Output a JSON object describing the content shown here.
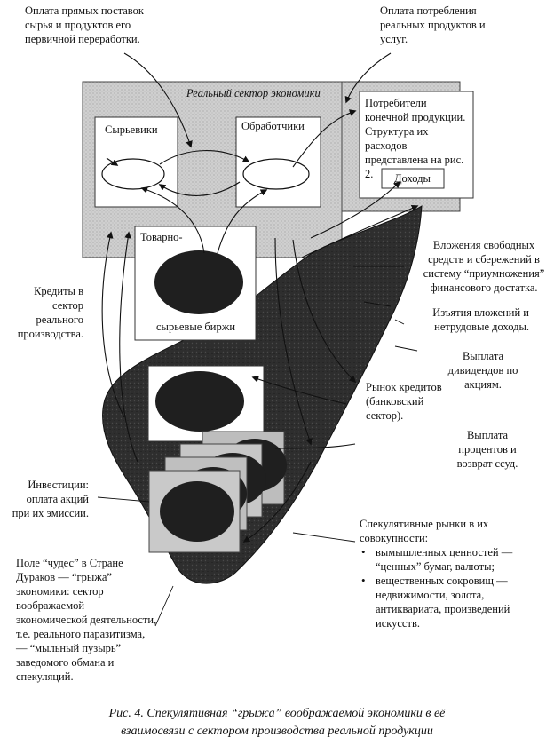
{
  "colors": {
    "background": "#ffffff",
    "sector_fill": "#cfcfcf",
    "hernia_fill": "#2c2c2c",
    "ellipse_fill": "#1f1f1f",
    "square_fill": "#bdbdbd",
    "ink": "#111111"
  },
  "labels": {
    "top_left": "Оплата прямых поставок сырья и продуктов его первичной переработки.",
    "top_right": "Оплата потребления реальных продуктов и услуг.",
    "real_sector": "Реальный сектор экономики",
    "syryeviki": "Сырьевики",
    "obrabotchiki": "Обработчики",
    "consumers": "Потребители конечной продукции. Структура их расходов представлена на рис. 2.",
    "income": "Доходы",
    "exchange_top": "Товарно-",
    "exchange_bottom": "сырьевые биржи",
    "credits": "Кредиты в сектор реального производства.",
    "investments_in": "Вложения свободных средств и сбережений в систему “приумножения” финансового достатка.",
    "withdrawals": "Изъятия вложений и нетрудовые доходы.",
    "dividends": "Выплата дивидендов по акциям.",
    "credit_market": "Рынок кредитов (банковский сектор).",
    "interest": "Выплата процентов и возврат ссуд.",
    "investments_shares": "Инвестиции: оплата акций при их эмиссии.",
    "speculative_title": "Спекулятивные рынки в их совокупности:",
    "speculative_items": [
      "вымышленных ценностей — “ценных” бумаг, валюты;",
      "вещественных сокровищ — недвижимости, золота, антиквариата, произведений искусств."
    ],
    "field_of_wonders": "Поле “чудес” в Стране Дураков — “грыжа” экономики: сектор воображаемой экономической деятельности, т.е. реального паразитизма, — “мыльный пузырь” заведомого обмана и спекуляций."
  },
  "caption": {
    "line1": "Рис. 4. Спекулятивная “грыжа” воображаемой экономики в её",
    "line2": "взаимосвязи с сектором производства реальной продукции"
  }
}
